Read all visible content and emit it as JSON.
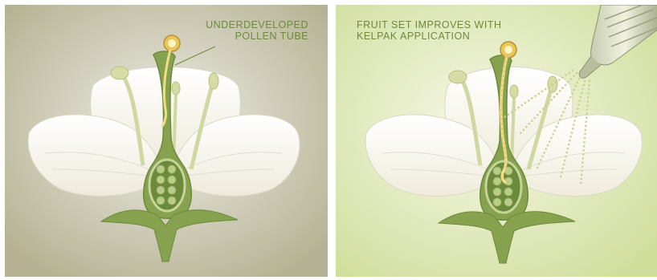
{
  "colors": {
    "left_bg_center": "#e9e8de",
    "left_bg_edge": "#b9b696",
    "right_bg_center": "#f3f6e2",
    "right_bg_edge": "#d2df9f",
    "green": "#7d9a47",
    "green_dark": "#5f7c35",
    "petal": "#fdfcf4",
    "pollen": "#e4c55a",
    "caption": "#6e8a3a"
  },
  "left_panel": {
    "caption_lines": [
      "UNDERDEVELOPED",
      "POLLEN TUBE"
    ]
  },
  "right_panel": {
    "caption_lines": [
      "FRUIT SET IMPROVES WITH",
      "KELPAK APPLICATION"
    ]
  }
}
